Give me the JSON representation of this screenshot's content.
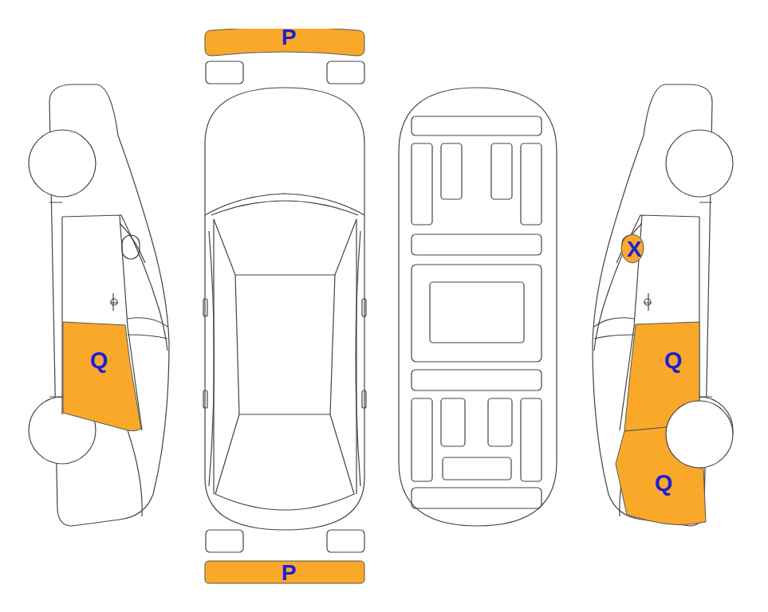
{
  "diagram": {
    "nodes": [
      {
        "text": [
          "P"
        ]
      },
      {
        "text": [
          "X"
        ]
      },
      {
        "text": [
          "Q"
        ]
      },
      {
        "text": [
          "Q"
        ]
      },
      {
        "text": [
          "Q"
        ]
      },
      {
        "text": [
          "P"
        ]
      }
    ]
  }
}
